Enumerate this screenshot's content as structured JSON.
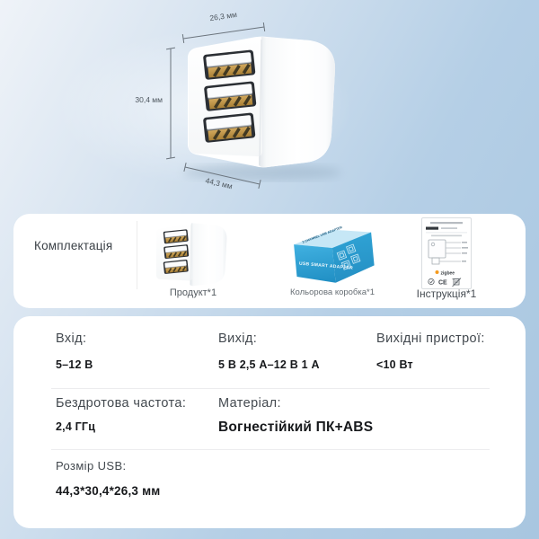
{
  "hero": {
    "dim_width": "26,3 мм",
    "dim_height": "30,4 мм",
    "dim_depth": "44,3 мм"
  },
  "kit": {
    "title": "Комплектація",
    "items": [
      {
        "caption": "Продукт*1"
      },
      {
        "caption": "Кольорова коробка*1"
      },
      {
        "caption": "Інструкція*1"
      }
    ]
  },
  "box_art": {
    "front_text": "USB SMART ADAPTER",
    "top_text": "3 CHANNEL USB ADAPTER"
  },
  "manual_art": {
    "brand": "zigbee",
    "ce_mark": "CE"
  },
  "specs": {
    "row1": [
      {
        "label": "Вхід:",
        "value": "5–12 В"
      },
      {
        "label": "Вихід:",
        "value": "5 В 2,5 А–12 В 1 А"
      },
      {
        "label": "Вихідні пристрої:",
        "value": "<10 Вт"
      }
    ],
    "row2": [
      {
        "label": "Бездротова частота:",
        "value": "2,4 ГГц"
      },
      {
        "label": "Матеріал:",
        "value": "Вогнестійкий ПК+ABS"
      }
    ],
    "row3": [
      {
        "label": "Розмір USB:",
        "value": "44,3*30,4*26,3 мм"
      }
    ]
  },
  "colors": {
    "background_blue": "#a8c6e0",
    "card_white": "#ffffff",
    "box_front_blue": "#2ba0d4",
    "box_top_blue": "#c6e7f6",
    "usb_gold": "#c79d50",
    "zigbee_orange": "#f59b1e",
    "label_gray": "#43494f",
    "value_dark": "#17191c"
  }
}
